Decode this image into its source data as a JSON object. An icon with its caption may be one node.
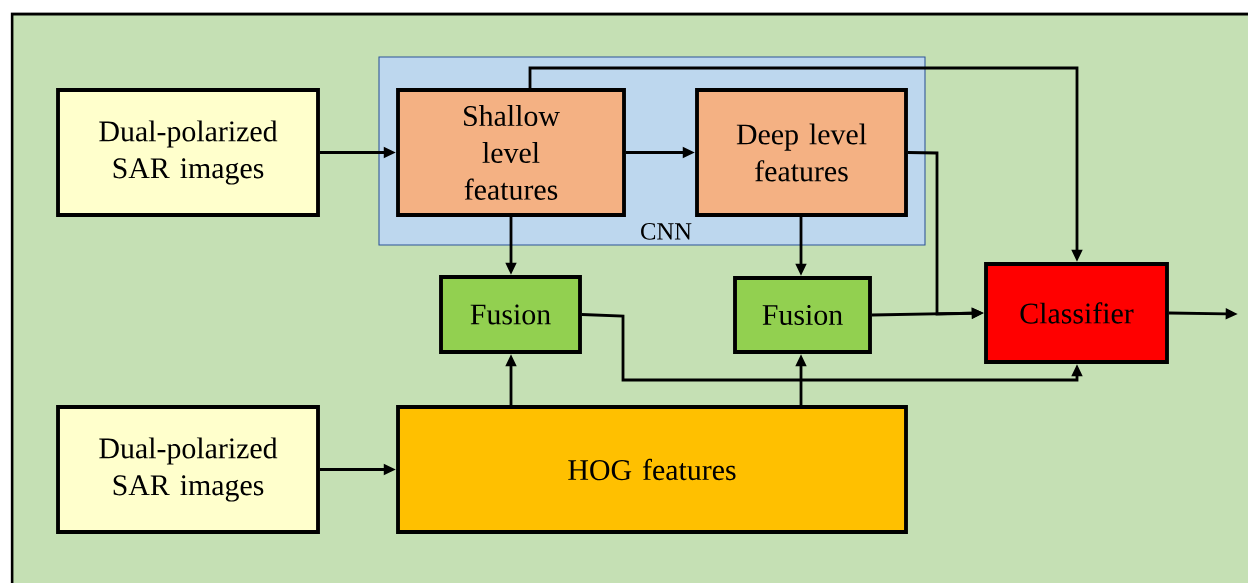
{
  "diagram": {
    "nodes": [
      {
        "text": [
          "Dual-polarized SAR images"
        ]
      },
      {
        "text": [
          "CNN"
        ]
      },
      {
        "text": [
          "Shallow level features"
        ],
        "in": 1
      },
      {
        "text": [
          "Deep level features"
        ],
        "in": 1
      },
      {
        "text": [
          "Fusion"
        ]
      },
      {
        "text": [
          "Fusion"
        ]
      },
      {
        "text": [
          "Classifier"
        ]
      },
      {
        "text": [
          "Dual-polarized SAR images"
        ]
      },
      {
        "text": [
          "HOG  features"
        ]
      }
    ],
    "edges": [
      {
        "from": 0,
        "to": 2,
        "arrow": "to"
      },
      {
        "from": 2,
        "to": 3,
        "arrow": "to"
      },
      {
        "from": 2,
        "to": 4,
        "arrow": "to"
      },
      {
        "from": 3,
        "to": 5,
        "arrow": "to"
      },
      {
        "from": 2,
        "to": 6,
        "arrow": "to"
      },
      {
        "from": 3,
        "to": 6,
        "arrow": "to"
      },
      {
        "from": 5,
        "to": 6,
        "arrow": "to"
      },
      {
        "from": 4,
        "to": 6,
        "arrow": "to"
      },
      {
        "from": 8,
        "to": 4,
        "arrow": "to"
      },
      {
        "from": 8,
        "to": 5,
        "arrow": "to"
      },
      {
        "from": 7,
        "to": 8,
        "arrow": "to"
      },
      {
        "from": 6,
        "to": null,
        "arrow": "to"
      }
    ]
  }
}
